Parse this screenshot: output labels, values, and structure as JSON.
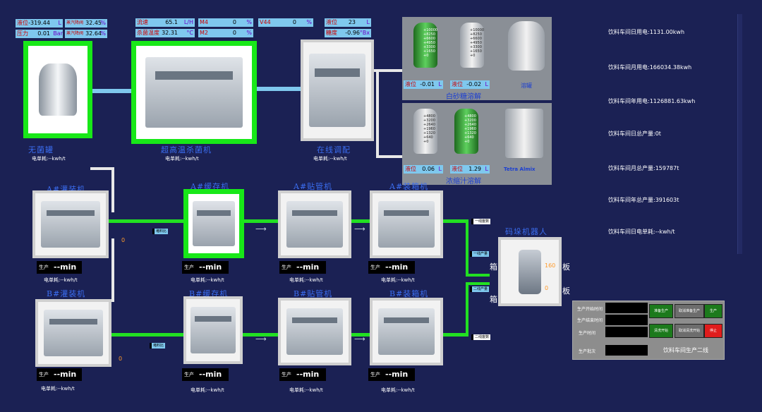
{
  "top_labels": {
    "level": {
      "k": "液位",
      "v": "-319.44",
      "u": "L"
    },
    "pressure": {
      "k": "压力",
      "v": "0.01",
      "u": "Bar"
    },
    "steam_drop1": {
      "k": "蒸汽降阀",
      "v": "32.45",
      "u": "%"
    },
    "steam_drop2": {
      "k": "蒸汽降阀",
      "v": "32.64",
      "u": "%"
    },
    "flow": {
      "k": "流速",
      "v": "65.1",
      "u": "L/H"
    },
    "hold_temp": {
      "k": "杀菌温度",
      "v": "32.31",
      "u": "°C"
    },
    "m4": {
      "k": "M4",
      "v": "0",
      "u": "%"
    },
    "m2": {
      "k": "M2",
      "v": "0",
      "u": "%"
    },
    "v44": {
      "k": "V44",
      "v": "0",
      "u": "%"
    },
    "mix_level": {
      "k": "液位",
      "v": "23",
      "u": "L"
    },
    "brix": {
      "k": "糖度",
      "v": "-0.96",
      "u": "°Bx"
    }
  },
  "sugar": {
    "level_k": "液位",
    "level1": "-0.01",
    "level2": "-0.02",
    "unit": "L",
    "title": "白砂糖溶解",
    "tank": "溶罐",
    "scale": [
      "+10000",
      "+8250",
      "+6600",
      "+4950",
      "+3300",
      "+1650",
      "+0"
    ]
  },
  "juice": {
    "level_k": "液位",
    "level1": "0.06",
    "level2": "1.29",
    "unit": "L",
    "title": "浓缩汁溶解",
    "brand": "Tetra Almix",
    "scale": [
      "+4800",
      "+3200",
      "+2640",
      "+1960",
      "+1320",
      "+640",
      "+0"
    ]
  },
  "top_machines": {
    "sterile": "无菌罐",
    "uht": "超高温杀菌机",
    "mix": "在线调配",
    "power": "电单耗:--kwh/t"
  },
  "stats": [
    "饮料车间日用电:1131.00kwh",
    "饮料车间月用电:166034.38kwh",
    "饮料车间年用电:1126881.63kwh",
    "饮料车间日总产量:0t",
    "饮料车间月总产量:159787t",
    "饮料车间年总产量:391603t",
    "饮料车间日电单耗:--kwh/t"
  ],
  "line_a": {
    "filler": "A#灌装机",
    "buffer": "A#缓存机",
    "straw": "A#贴管机",
    "packer": "A#装箱机",
    "ratio": "堵料比",
    "zero": "0"
  },
  "line_b": {
    "filler": "B#灌装机",
    "buffer": "B#缓存机",
    "straw": "B#贴管机",
    "packer": "B#装箱机",
    "ratio": "堵料比",
    "zero": "0"
  },
  "timer": {
    "k": "生产",
    "v": "--min"
  },
  "power": "电单耗:--kwh/t",
  "robot": {
    "title": "码垛机器人",
    "box": "箱",
    "board": "板",
    "v160": "160",
    "v0": "0",
    "out1": "一线产量",
    "out2": "二线产量",
    "rej1": "一线废数",
    "rej2": "二线废数"
  },
  "ctrl": {
    "start": "生产开始时间",
    "end": "生产结束时间",
    "time": "生产时间",
    "batch": "生产批次",
    "btn1": "准备生产",
    "btn2": "取消准备生产",
    "btn3": "生产",
    "btn4": "清洗开始",
    "btn5": "取消清洗开始",
    "btn6": "停止",
    "line": "饮料车间生产二线"
  },
  "colors": {
    "bg": "#1b2154",
    "green": "#18e818",
    "cyan": "#7fc8ee",
    "caption": "#3b6df0"
  }
}
